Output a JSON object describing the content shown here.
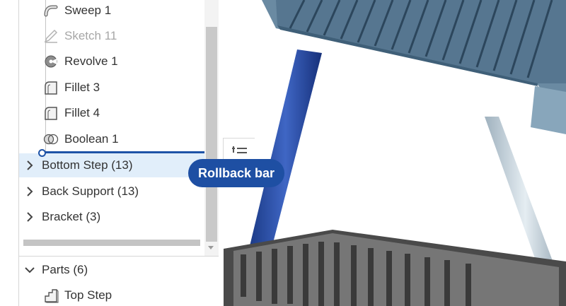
{
  "feature_tree": {
    "items": [
      {
        "label": "Sweep 1",
        "icon": "sweep-icon",
        "dimmed": false
      },
      {
        "label": "Sketch 11",
        "icon": "sketch-icon",
        "dimmed": true
      },
      {
        "label": "Revolve 1",
        "icon": "revolve-icon",
        "dimmed": false
      },
      {
        "label": "Fillet 3",
        "icon": "fillet-icon",
        "dimmed": false
      },
      {
        "label": "Fillet 4",
        "icon": "fillet-icon",
        "dimmed": false
      },
      {
        "label": "Boolean 1",
        "icon": "boolean-icon",
        "dimmed": false
      }
    ],
    "groups": [
      {
        "label": "Bottom Step (13)",
        "icon": "chevron-right-icon",
        "highlighted": true
      },
      {
        "label": "Back Support (13)",
        "icon": "chevron-right-icon",
        "highlighted": false
      },
      {
        "label": "Bracket (3)",
        "icon": "chevron-right-icon",
        "highlighted": false
      }
    ]
  },
  "parts": {
    "header": "Parts (6)",
    "items": [
      {
        "label": "Top Step",
        "icon": "part-icon"
      }
    ]
  },
  "tooltip": {
    "text": "Rollback bar"
  },
  "colors": {
    "accent": "#1e4fa3",
    "highlight": "#e1eefa",
    "dimmed": "#a6a6a6"
  }
}
